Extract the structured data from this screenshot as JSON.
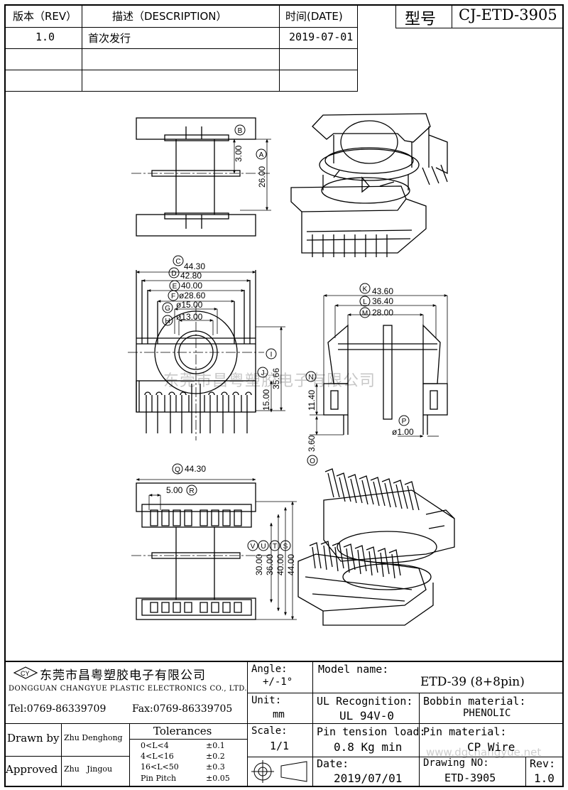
{
  "revision_table": {
    "headers": {
      "rev": "版本（REV）",
      "desc": "描述（DESCRIPTION）",
      "date": "时间(DATE)"
    },
    "rows": [
      {
        "rev": "1.0",
        "desc": "首次发行",
        "date": "2019-07-01"
      },
      {
        "rev": "",
        "desc": "",
        "date": ""
      },
      {
        "rev": "",
        "desc": "",
        "date": ""
      }
    ]
  },
  "model_box": {
    "label": "型号",
    "value": "CJ-ETD-3905"
  },
  "views": {
    "top": {
      "dims": [
        "3.00",
        "26.00"
      ],
      "callouts": [
        "B",
        "A"
      ]
    },
    "front": {
      "dims": [
        "44.30",
        "42.80",
        "40.00",
        "ø28.60",
        "ø15.00",
        "ø13.00",
        "35.66",
        "15.00"
      ],
      "callouts": [
        "C",
        "D",
        "E",
        "F",
        "G",
        "H",
        "I",
        "J"
      ]
    },
    "side": {
      "dims": [
        "43.60",
        "36.40",
        "28.00",
        "11.40",
        "3.60",
        "ø1.00"
      ],
      "callouts": [
        "K",
        "L",
        "M",
        "N",
        "O",
        "P"
      ]
    },
    "bottom": {
      "dims": [
        "44.30",
        "5.00",
        "30.00",
        "36.00",
        "40.00",
        "44.00"
      ],
      "callouts": [
        "Q",
        "R",
        "V",
        "U",
        "T",
        "S"
      ]
    }
  },
  "watermark": "东莞市昌粤塑胶电子有限公司",
  "watermark_url": "www.dgchangyue.net",
  "title_block": {
    "company_cn": "东莞市昌粤塑胶电子有限公司",
    "company_en": "DONGGUAN CHANGYUE PLASTIC ELECTRONICS CO., LTD.",
    "logo_text": "CY",
    "tel": "Tel:0769-86339709",
    "fax": "Fax:0769-86339705",
    "drawn_by_label": "Drawn by",
    "drawn_by": "Zhu Denghong",
    "approved_label": "Approved",
    "approved_by": "Zhu   Jingou",
    "tolerances_title": "Tolerances",
    "tolerances": [
      {
        "range": "0<L<4",
        "value": "±0.1"
      },
      {
        "range": "4<L<16",
        "value": "±0.2"
      },
      {
        "range": "16<L<50",
        "value": "±0.3"
      },
      {
        "range": "Pin Pitch",
        "value": "±0.05"
      }
    ],
    "angle_label": "Angle:",
    "angle_value": "+/-1°",
    "unit_label": "Unit:",
    "unit_value": "mm",
    "scale_label": "Scale:",
    "scale_value": "1/1",
    "model_name_label": "Model name:",
    "model_name_value": "ETD-39 (8+8pin)",
    "ul_label": "UL Recognition:",
    "ul_value": "UL 94V-0",
    "bobbin_label": "Bobbin material:",
    "bobbin_value": "PHENOLIC",
    "tension_label": "Pin tension load:",
    "tension_value": "0.8 Kg min",
    "pin_mat_label": "Pin material:",
    "pin_mat_value": "CP Wire",
    "date_label": "Date:",
    "date_value": "2019/07/01",
    "drawing_no_label": "Drawing NO:",
    "drawing_no_value": "ETD-3905",
    "rev_label": "Rev:",
    "rev_value": "1.0"
  }
}
